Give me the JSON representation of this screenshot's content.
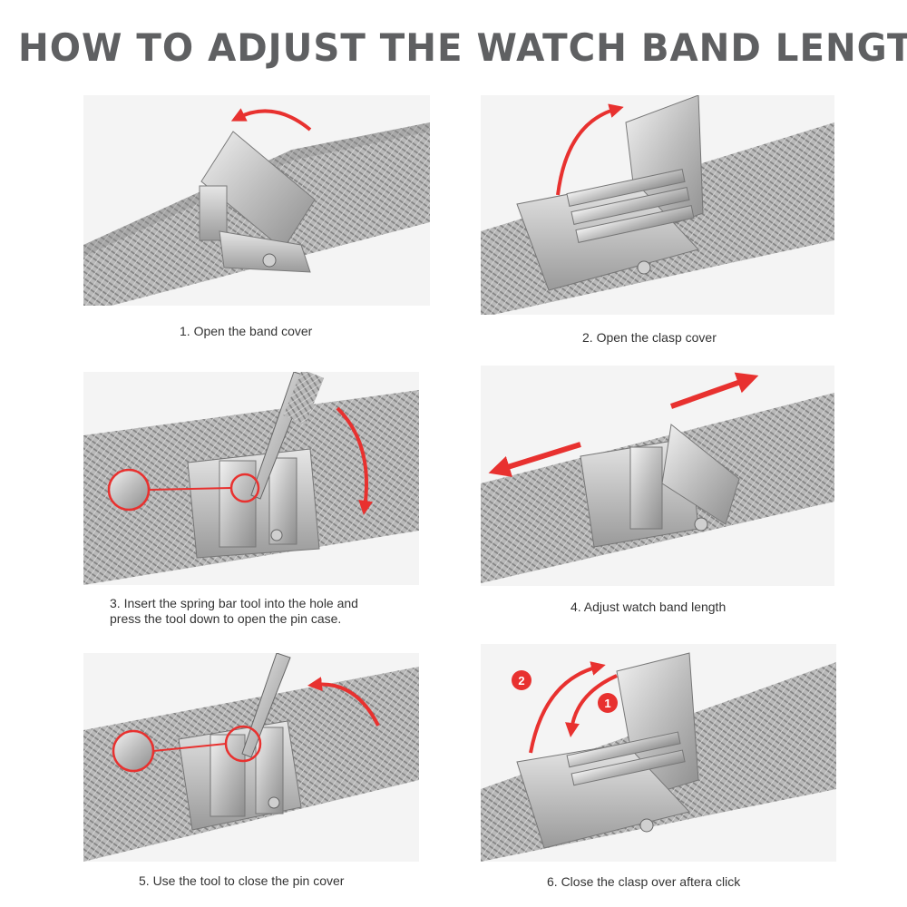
{
  "title": "HOW TO ADJUST THE WATCH BAND LENGTH",
  "steps": [
    {
      "caption": "1. Open the band cover",
      "image": "band-cover-open-photo"
    },
    {
      "caption": "2. Open the clasp cover",
      "image": "clasp-cover-open-photo"
    },
    {
      "caption_line1": "3. Insert the spring bar tool into the hole and",
      "caption_line2": "press the tool down to open the pin case.",
      "image": "spring-bar-tool-insert-photo"
    },
    {
      "caption": "4. Adjust watch band length",
      "image": "adjust-band-length-photo"
    },
    {
      "caption": "5. Use the tool to close the pin cover",
      "image": "close-pin-cover-photo"
    },
    {
      "caption": "6. Close the clasp over aftera click",
      "image": "close-clasp-click-photo",
      "badges": [
        "1",
        "2"
      ]
    }
  ],
  "colors": {
    "title": "#5f6062",
    "arrow": "#e8312f",
    "mesh": "#9c9c9c",
    "metal": "#c9c9c9"
  }
}
